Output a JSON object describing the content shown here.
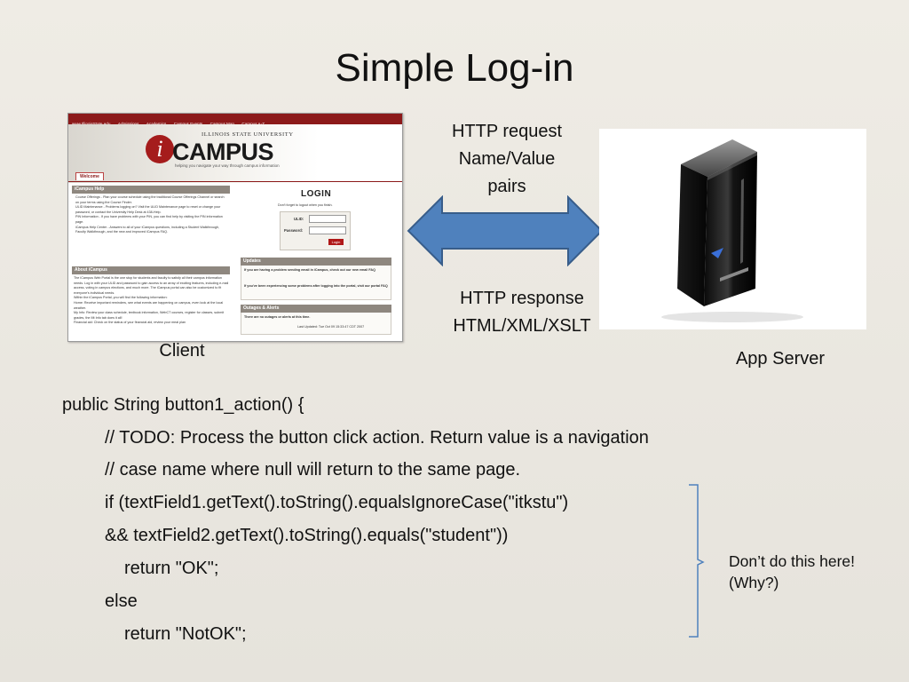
{
  "slide": {
    "title": "Simple Log-in"
  },
  "client_screenshot": {
    "nav_items": [
      "www.IllinoisState.edu",
      "Admissions",
      "Academics",
      "Campus Events",
      "Campus Map",
      "Campus A-Z"
    ],
    "university_name": "ILLINOIS STATE UNIVERSITY",
    "logo_letter": "i",
    "logo_text": "CAMPUS",
    "tagline": "helping you navigate your way through campus information",
    "welcome_tab": "Welcome",
    "icampus_help": {
      "header": "iCampus Help",
      "items": [
        "Course Offerings - Plan your course schedule using the traditional Course Offerings Channel or search on your terms using the Course Finder.",
        "ULID Maintenance - Problems logging on? Visit the ULID Maintenance page to reset or change your password, or contact the University Help Desk at 438-Help.",
        "PIN Information - If you have problems with your PIN, you can find help by visiting the PIN information page.",
        "iCampus Help Center - Answers to all of your iCampus questions, including a Student Walkthrough, Faculty Walkthrough, and the new and improved iCampus FAQ."
      ]
    },
    "about_icampus": {
      "header": "About iCampus",
      "text": "The iCampus Web Portal is the one stop for students and faculty to satisfy all their campus information needs. Log in with your ULID and password to gain access to an array of exciting features, including e-mail access, voting in campus elections, and much more. The iCampus portal can also be customized to fit everyone's individual needs.",
      "list_intro": "Within the iCampus Portal, you will find the following information:",
      "items": [
        "Home: Receive important reminders, see what events are happening on campus, even look at the local weather.",
        "My Info: Review your class schedule, textbook information, WebCT courses, register for classes, submit grades, the Mt Info tab does it all!",
        "Financial aid: Check on the status of your financial aid, review your meal plan"
      ]
    },
    "login": {
      "title": "LOGIN",
      "reminder": "Don't forget to logout when you finish.",
      "ulid_label": "ULID:",
      "password_label": "Password:",
      "button": "Login"
    },
    "updates": {
      "header": "Updates",
      "text1": "If you are having a problem sending email in iCampus, check out our new email FAQ",
      "text2": "If you've been experiencing some problems after logging into the portal, visit our portal FAQ"
    },
    "outages": {
      "header": "Outages & Alerts",
      "text": "There are no outages or alerts at this time.",
      "last_updated": "Last Updated: Tue Oct 09 15:33:47 CDT 2007"
    }
  },
  "labels": {
    "client": "Client",
    "app_server": "App  Server",
    "http_request": [
      "HTTP request",
      "Name/Value",
      "pairs"
    ],
    "http_response": [
      "HTTP response",
      "HTML/XML/XSLT"
    ]
  },
  "code_lines": [
    "public String button1_action() {",
    "// TODO: Process the button click action. Return value is a navigation",
    "// case name where null will return to the same page.",
    "if (textField1.getText().toString().equalsIgnoreCase(\"itkstu\")",
    "&& textField2.getText().toString().equals(\"student\"))",
    "return \"OK\";",
    "else",
    "return \"NotOK\";"
  ],
  "note": [
    "Don’t do this here!",
    "(Why?)"
  ],
  "colors": {
    "arrow_fill": "#4f81bd",
    "arrow_stroke": "#385d8a",
    "bracket": "#4f81bd",
    "brand_red": "#8c1a1a"
  }
}
